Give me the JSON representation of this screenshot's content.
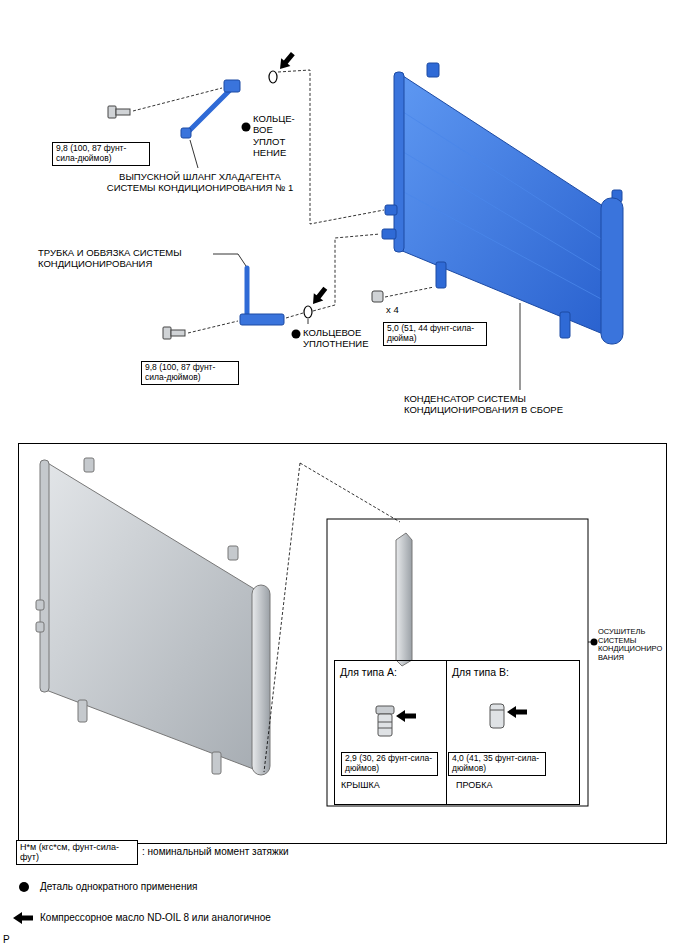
{
  "diagram": {
    "nodes": [
      {
        "text": [
          "9,8 (100, 87 фунт-сила-дюймов)"
        ]
      },
      {
        "text": [
          "5,0 (51, 44 фунт-сила-дюйма)"
        ]
      },
      {
        "text": [
          "9,8 (100, 87 фунт-сила-дюймов)"
        ]
      },
      {
        "text": [
          "ОСУШИТЕЛЬ СИСТЕМЫ КОНДИЦИОНИРОВАНИЯ"
        ]
      },
      {
        "text": [
          "Для типа A:",
          "КРЫШКА"
        ],
        "in": 3
      },
      {
        "text": [
          "Для типа B:",
          "ПРОБКА"
        ],
        "in": 3
      },
      {
        "text": [
          "2,9 (30, 26 фунт-сила-дюймов)"
        ],
        "in": 4
      },
      {
        "text": [
          "4,0 (41, 35 фунт-сила-дюймов)"
        ],
        "in": 5
      },
      {
        "text": [
          "Н*м (кгс*см, фунт-сила-фут)"
        ]
      }
    ],
    "labels": [
      "КОЛЬЦЕ- ВОЕ УПЛОТ НЕНИЕ",
      "ВЫПУСКНОЙ ШЛАНГ ХЛАДАГЕНТА СИСТЕМЫ КОНДИЦИОНИРОВАНИЯ № 1",
      "ТРУБКА И ОБВЯЗКА СИСТЕМЫ КОНДИЦИОНИРОВАНИЯ",
      "КОЛЬЦЕВОЕ УПЛОТНЕНИЕ",
      "x 4",
      "КОНДЕНСАТОР СИСТЕМЫ КОНДИЦИОНИРОВАНИЯ В СБОРЕ",
      "P"
    ],
    "legend": [
      {
        "text": ": номинальный момент затяжки"
      },
      {
        "text": "Деталь однократного применения"
      },
      {
        "text": "Компрессорное масло ND-OIL 8 или аналогичное"
      }
    ]
  }
}
